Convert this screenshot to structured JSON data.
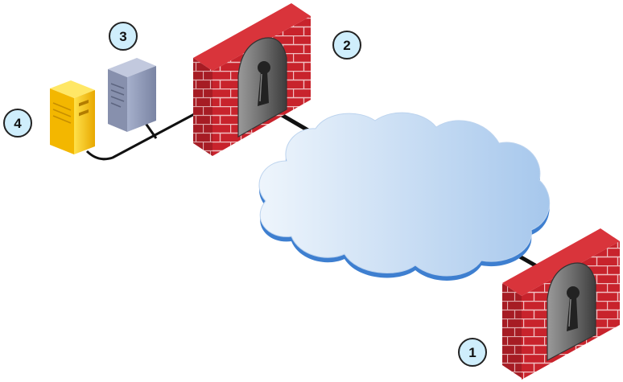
{
  "callouts": [
    {
      "id": "c1",
      "label": "1"
    },
    {
      "id": "c2",
      "label": "2"
    },
    {
      "id": "c3",
      "label": "3"
    },
    {
      "id": "c4",
      "label": "4"
    }
  ],
  "nodes": {
    "firewall_top": {
      "icon": "firewall-icon"
    },
    "firewall_bottom": {
      "icon": "firewall-icon"
    },
    "cloud": {
      "icon": "cloud-icon"
    },
    "server_gray": {
      "icon": "server-tower-icon"
    },
    "server_yellow": {
      "icon": "server-tower-icon"
    }
  },
  "colors": {
    "brick": "#c8232c",
    "brick_dark": "#9b1a21",
    "mortar": "#f2c9c9",
    "cloud_light": "#e9f2fb",
    "cloud_dark": "#a9c9ec",
    "cloud_edge": "#3e7fd0",
    "server_gray": "#8f99b8",
    "server_yellow": "#f7c400",
    "callout_fill": "#cfeefc",
    "callout_stroke": "#222222",
    "cable": "#111111"
  }
}
